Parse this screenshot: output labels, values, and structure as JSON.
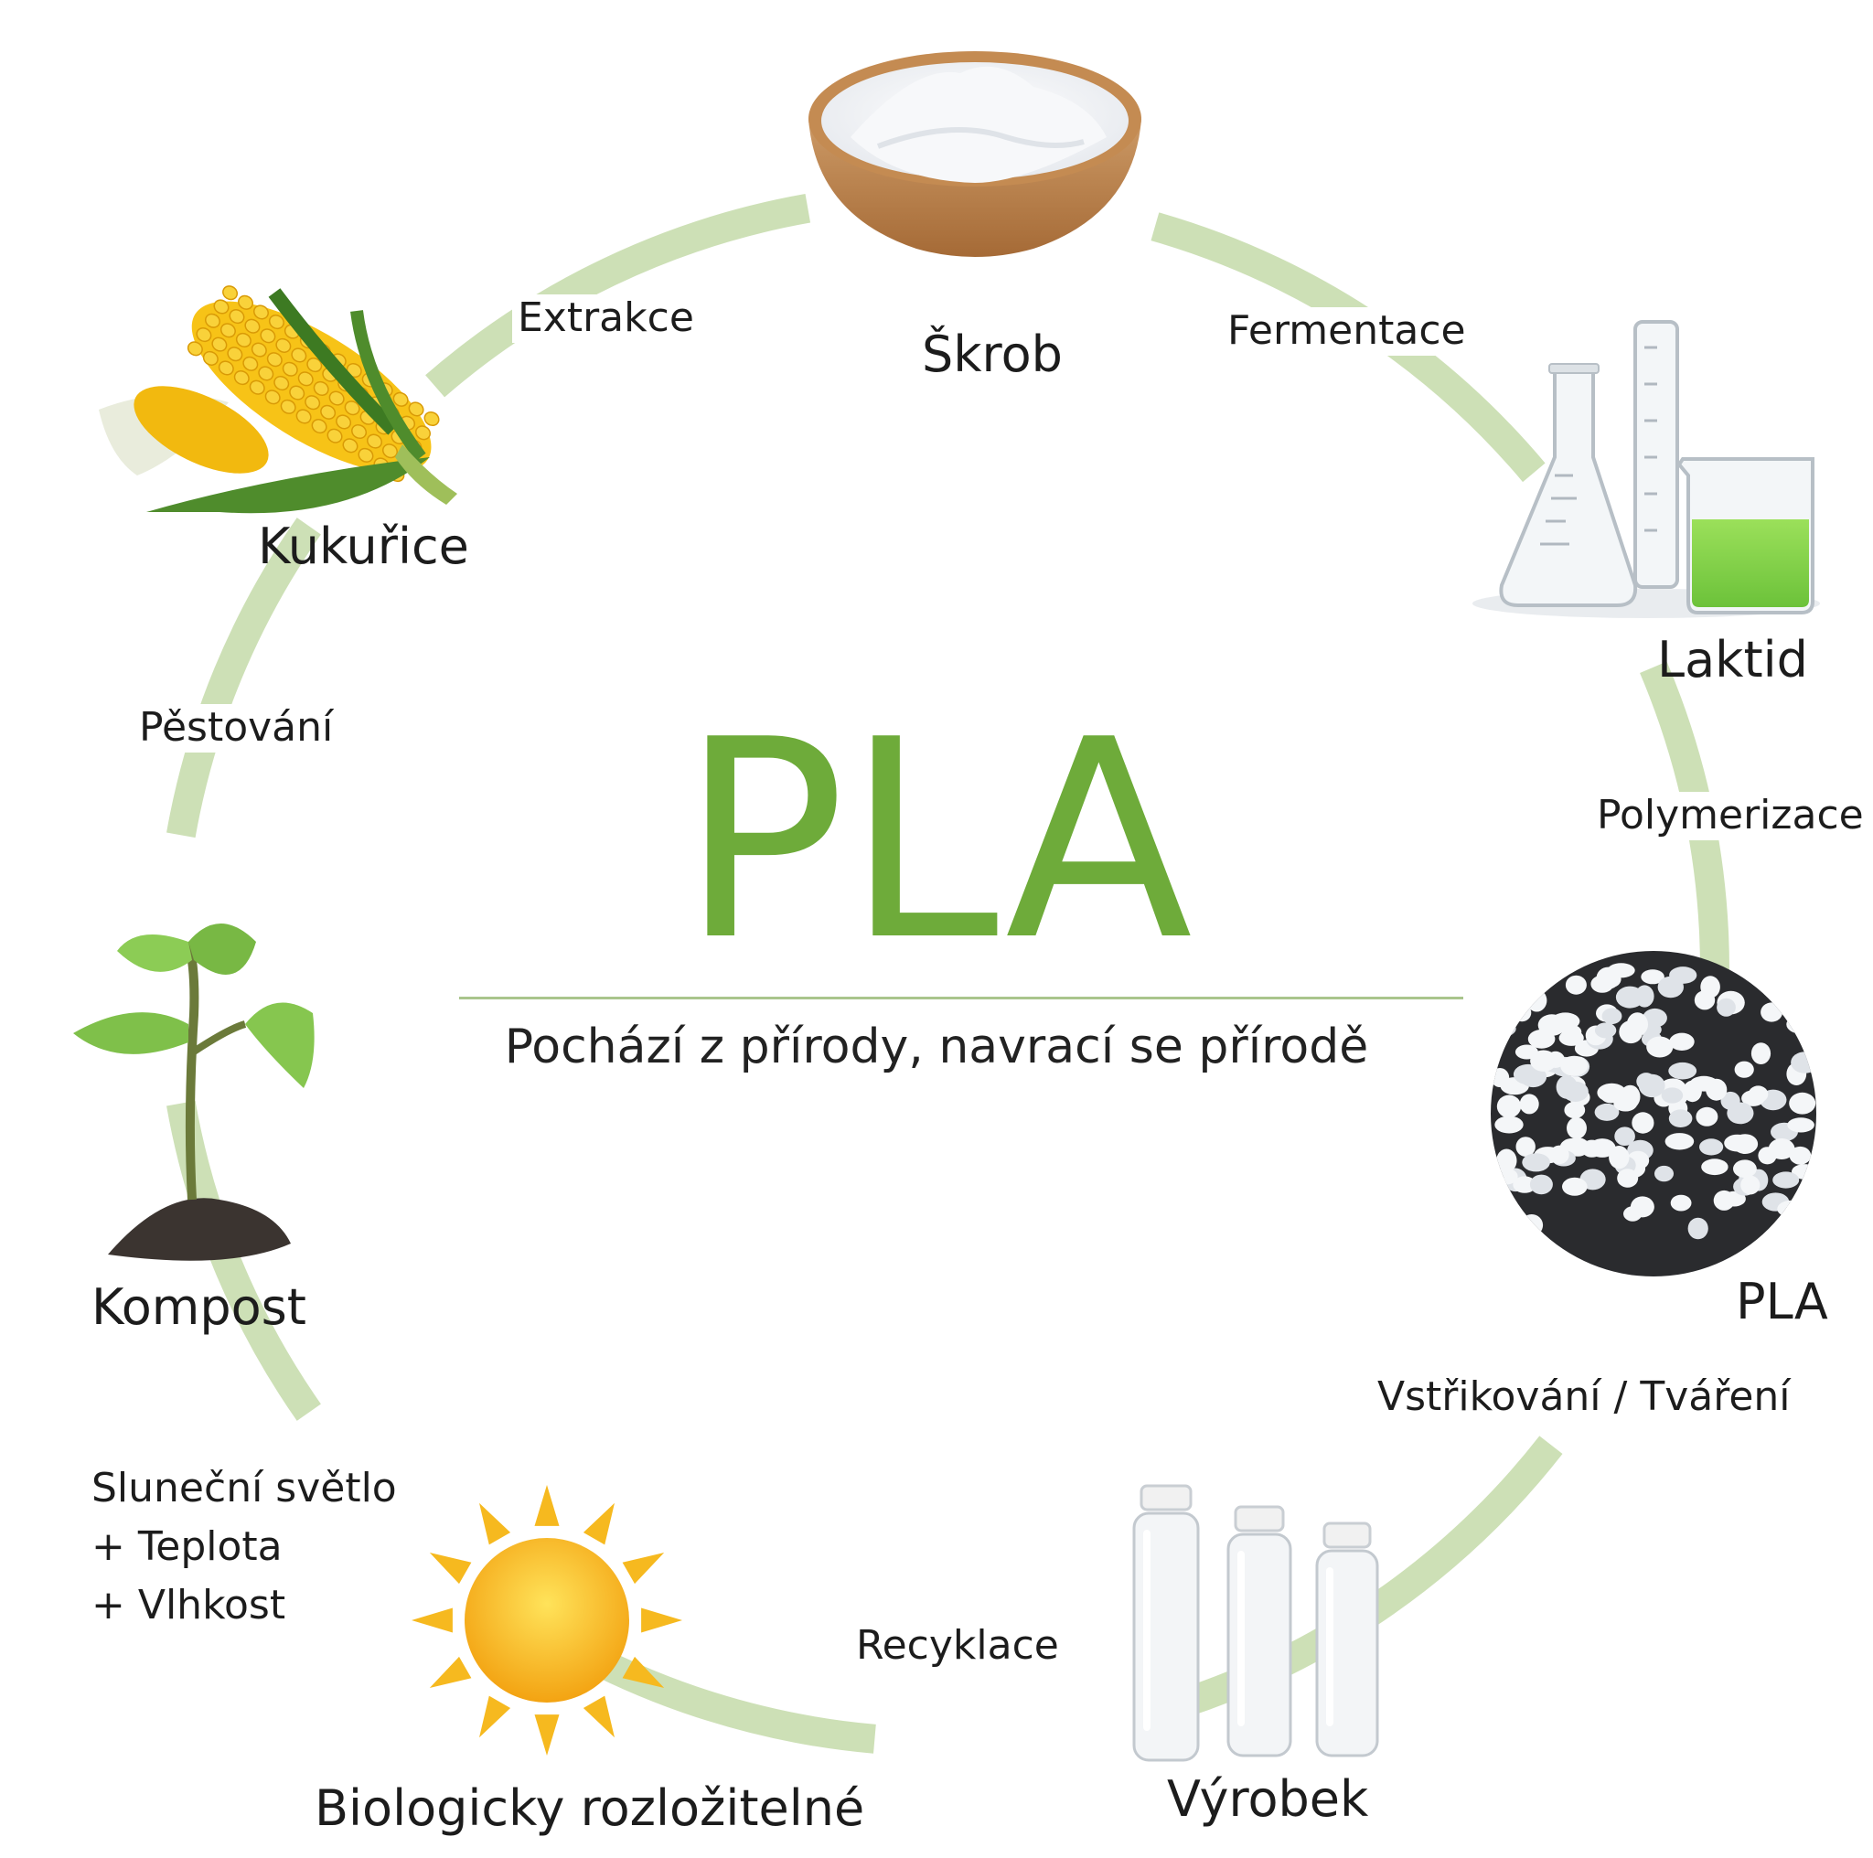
{
  "title": "PLA",
  "subtitle": "Pochází z přírody, navrací se přírodě",
  "nodes": {
    "skrob": "Škrob",
    "laktid": "Laktid",
    "pla": "PLA",
    "vyrobek": "Výrobek",
    "biologicky": "Biologicky rozložitelné",
    "kompost": "Kompost",
    "kukurice": "Kukuřice"
  },
  "steps": {
    "extrakce": "Extrakce",
    "fermentace": "Fermentace",
    "polymerizace": "Polymerizace",
    "vstrikovani": "Vstřikování / Tváření",
    "recyklace": "Recyklace",
    "pestovani": "Pěstování"
  },
  "conditions": [
    "Sluneční světlo",
    "+ Teplota",
    "+ Vlhkost"
  ],
  "colors": {
    "ring": "#cde0b6",
    "title": "#6eab3a",
    "rule": "#a9c58c"
  }
}
